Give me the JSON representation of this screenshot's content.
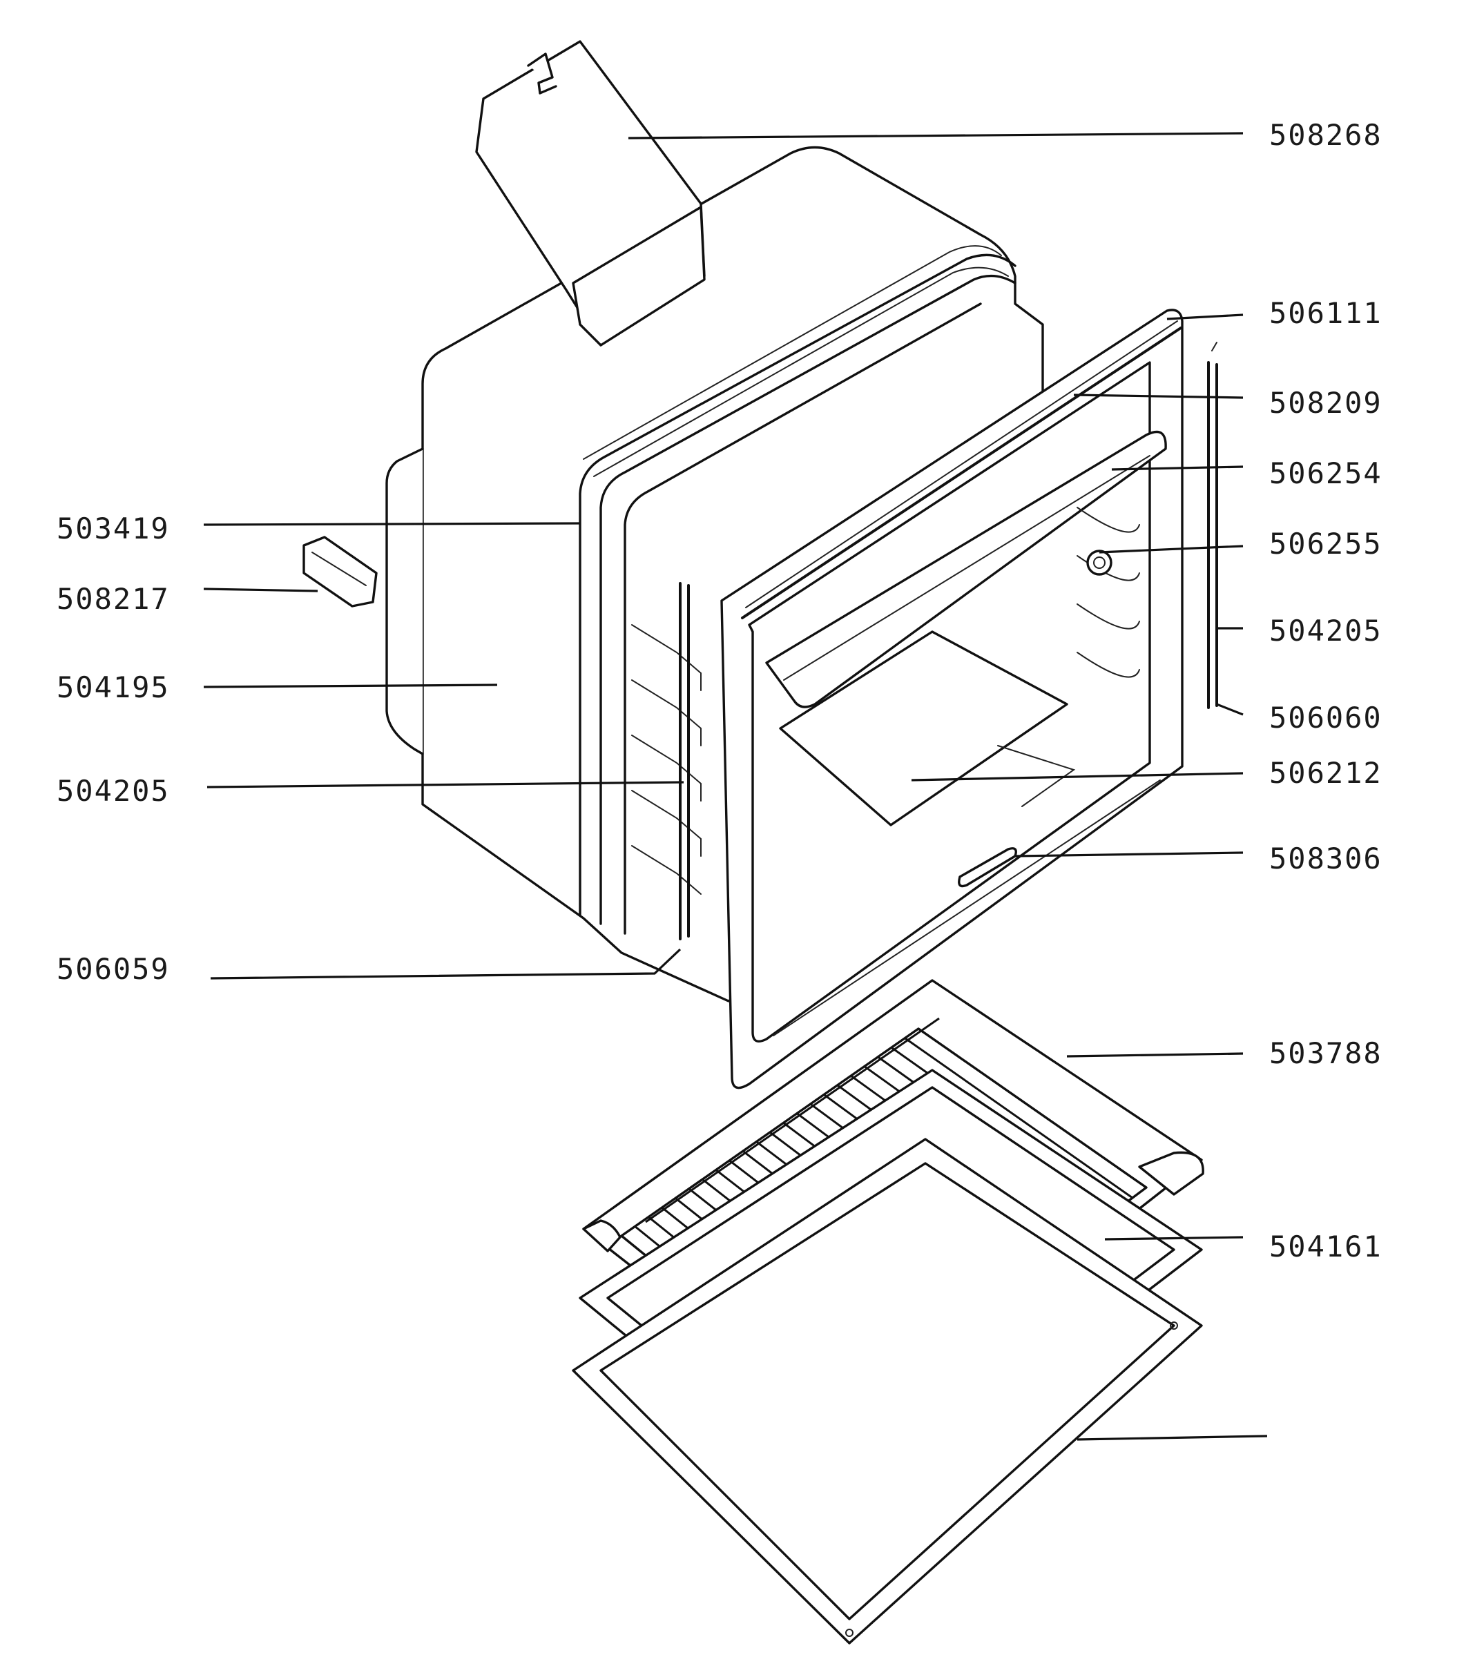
{
  "labels": {
    "p508268": "508268",
    "p506111": "506111",
    "p508209": "508209",
    "p506254": "506254",
    "p506255": "506255",
    "p504205_right": "504205",
    "p506060": "506060",
    "p506212": "506212",
    "p508306": "508306",
    "p503788": "503788",
    "p504161": "504161",
    "p503419": "503419",
    "p508217": "508217",
    "p504195": "504195",
    "p504205_left": "504205",
    "p506059": "506059"
  }
}
